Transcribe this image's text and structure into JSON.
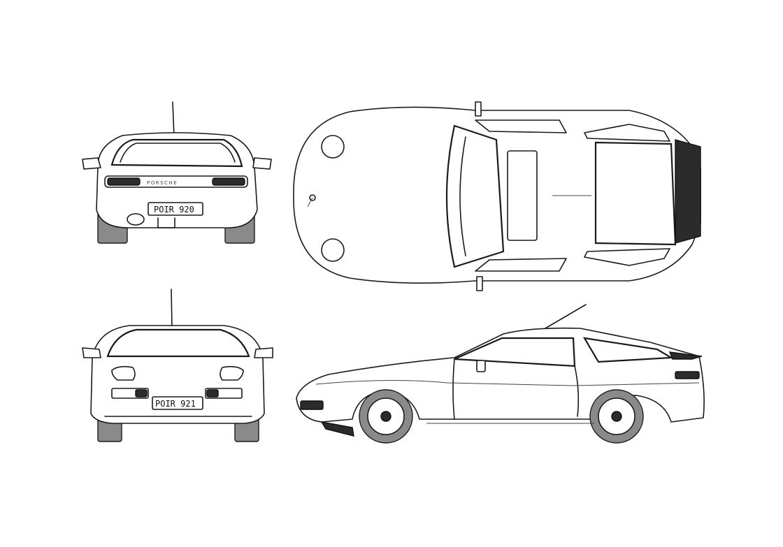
{
  "views": {
    "rear": {
      "plate": "POIR 920",
      "badge": "PORSCHE"
    },
    "front": {
      "plate": "POIR 921"
    },
    "top": {},
    "side": {}
  },
  "colors": {
    "line": "#1a1a1a",
    "tire": "#8a8a8a",
    "spoiler": "#2b2b2b",
    "paper": "#ffffff"
  }
}
